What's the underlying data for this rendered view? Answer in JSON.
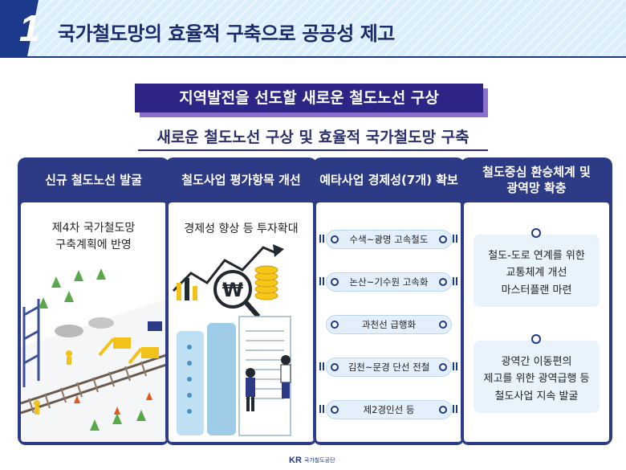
{
  "header": {
    "number": "1",
    "title": "국가철도망의 효율적 구축으로 공공성 제고"
  },
  "banner": {
    "text": "지역발전을 선도할 새로운 철도노선 구상"
  },
  "subtitle": "새로운 철도노선 구상 및 효율적 국가철도망 구축",
  "columns": [
    {
      "head": "신규 철도노선 발굴",
      "body_lines": [
        "제4차 국가철도망",
        "구축계획에 반영"
      ]
    },
    {
      "head": "철도사업 평가항목 개선",
      "body_text": "경제성 향상 등 투자확대",
      "currency_symbol": "₩"
    },
    {
      "head": "예타사업 경제성(7개) 확보",
      "items": [
        "수색~광명 고속철도",
        "논산~기수원 고속화",
        "과천선 급행화",
        "김천~문경 단선 전철",
        "제2경인선 등"
      ]
    },
    {
      "head": "철도중심 환승체계 및\n광역망 확충",
      "boxes": [
        [
          "철도-도로 연계를 위한",
          "교통체계 개선",
          "마스터플랜 마련"
        ],
        [
          "광역간 이동편의",
          "제고를 위한 광역급행 등",
          "철도사업 지속 발굴"
        ]
      ]
    }
  ],
  "footer": {
    "logo_mark": "KR",
    "logo_name": "국가철도공단"
  },
  "colors": {
    "navy": "#2d3a86",
    "accent": "#1b3a8c",
    "banner": "#2d2486",
    "banner_shadow": "#8a6fcf",
    "header_bg": "#dbeefb"
  }
}
